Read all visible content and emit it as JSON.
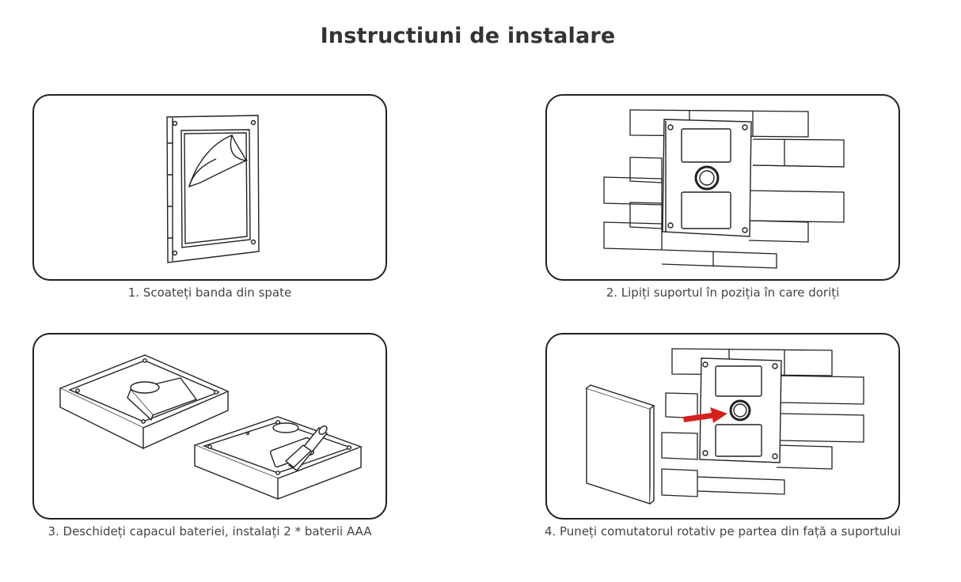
{
  "page": {
    "title": "Instructiuni de instalare"
  },
  "steps": [
    {
      "caption": "1. Scoateți banda din spate"
    },
    {
      "caption": "2. Lipiți suportul în poziția în care doriți"
    },
    {
      "caption": "3. Deschideți capacul bateriei, instalați 2 * baterii AAA"
    },
    {
      "caption": "4. Puneți comutatorul rotativ pe partea din față a suportului"
    }
  ],
  "colors": {
    "text": "#333333",
    "line": "#222222",
    "arrow": "#d62020"
  }
}
